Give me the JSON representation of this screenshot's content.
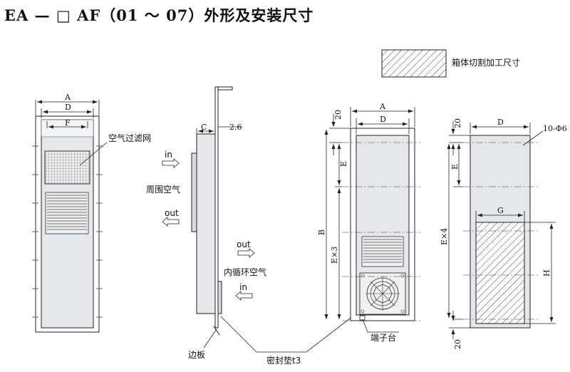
{
  "title": "EA — □ AF（01 ～ 07）外形及安装尺寸",
  "legend": {
    "label": "箱体切割加工尺寸"
  },
  "front_view": {
    "dim_a": "A",
    "dim_d": "D",
    "dim_f": "F",
    "filter_label": "空气过滤网"
  },
  "side_view": {
    "dim_c": "C",
    "dim_thickness": "2.6",
    "in_outer": "in",
    "outer_air": "周围空气",
    "out_outer": "out",
    "out_inner": "out",
    "inner_air": "内循环空气",
    "in_inner": "in",
    "edge_plate": "边板",
    "gasket": "密封垫t3"
  },
  "rear_view": {
    "dim_a": "A",
    "dim_d": "D",
    "dim_20_top": "20",
    "dim_e": "E",
    "dim_b": "B",
    "dim_e3": "E×3",
    "terminal": "端子台"
  },
  "cutout_view": {
    "dim_d": "D",
    "holes": "10-Φ6",
    "dim_20_top": "20",
    "dim_e": "E",
    "dim_e4": "E×4",
    "dim_g": "G",
    "dim_h": "H",
    "dim_20_bottom": "20"
  }
}
